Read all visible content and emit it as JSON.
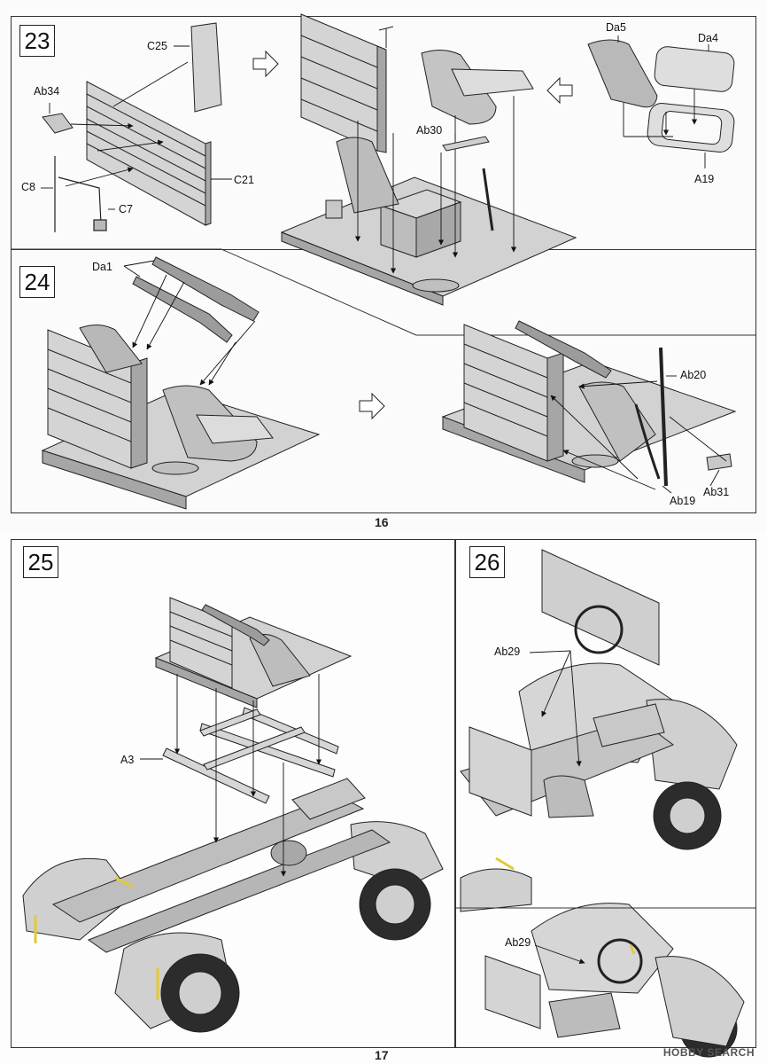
{
  "pages": {
    "top_number": "16",
    "bottom_number": "17"
  },
  "steps": {
    "s23": "23",
    "s24": "24",
    "s25": "25",
    "s26": "26"
  },
  "labels": {
    "c25": "C25",
    "ab34": "Ab34",
    "c8": "C8",
    "c7": "C7",
    "c21": "C21",
    "ab30": "Ab30",
    "da5": "Da5",
    "da4": "Da4",
    "a19": "A19",
    "da1": "Da1",
    "ab20": "Ab20",
    "ab31": "Ab31",
    "ab19": "Ab19",
    "a3": "A3",
    "ab29_top": "Ab29",
    "ab29_bottom": "Ab29"
  },
  "watermark": "HOBBY SEARCH",
  "colors": {
    "part_fill": "#d6d6d6",
    "part_shade": "#a9a9a9",
    "line": "#222222",
    "highlight": "#e8d34a"
  }
}
